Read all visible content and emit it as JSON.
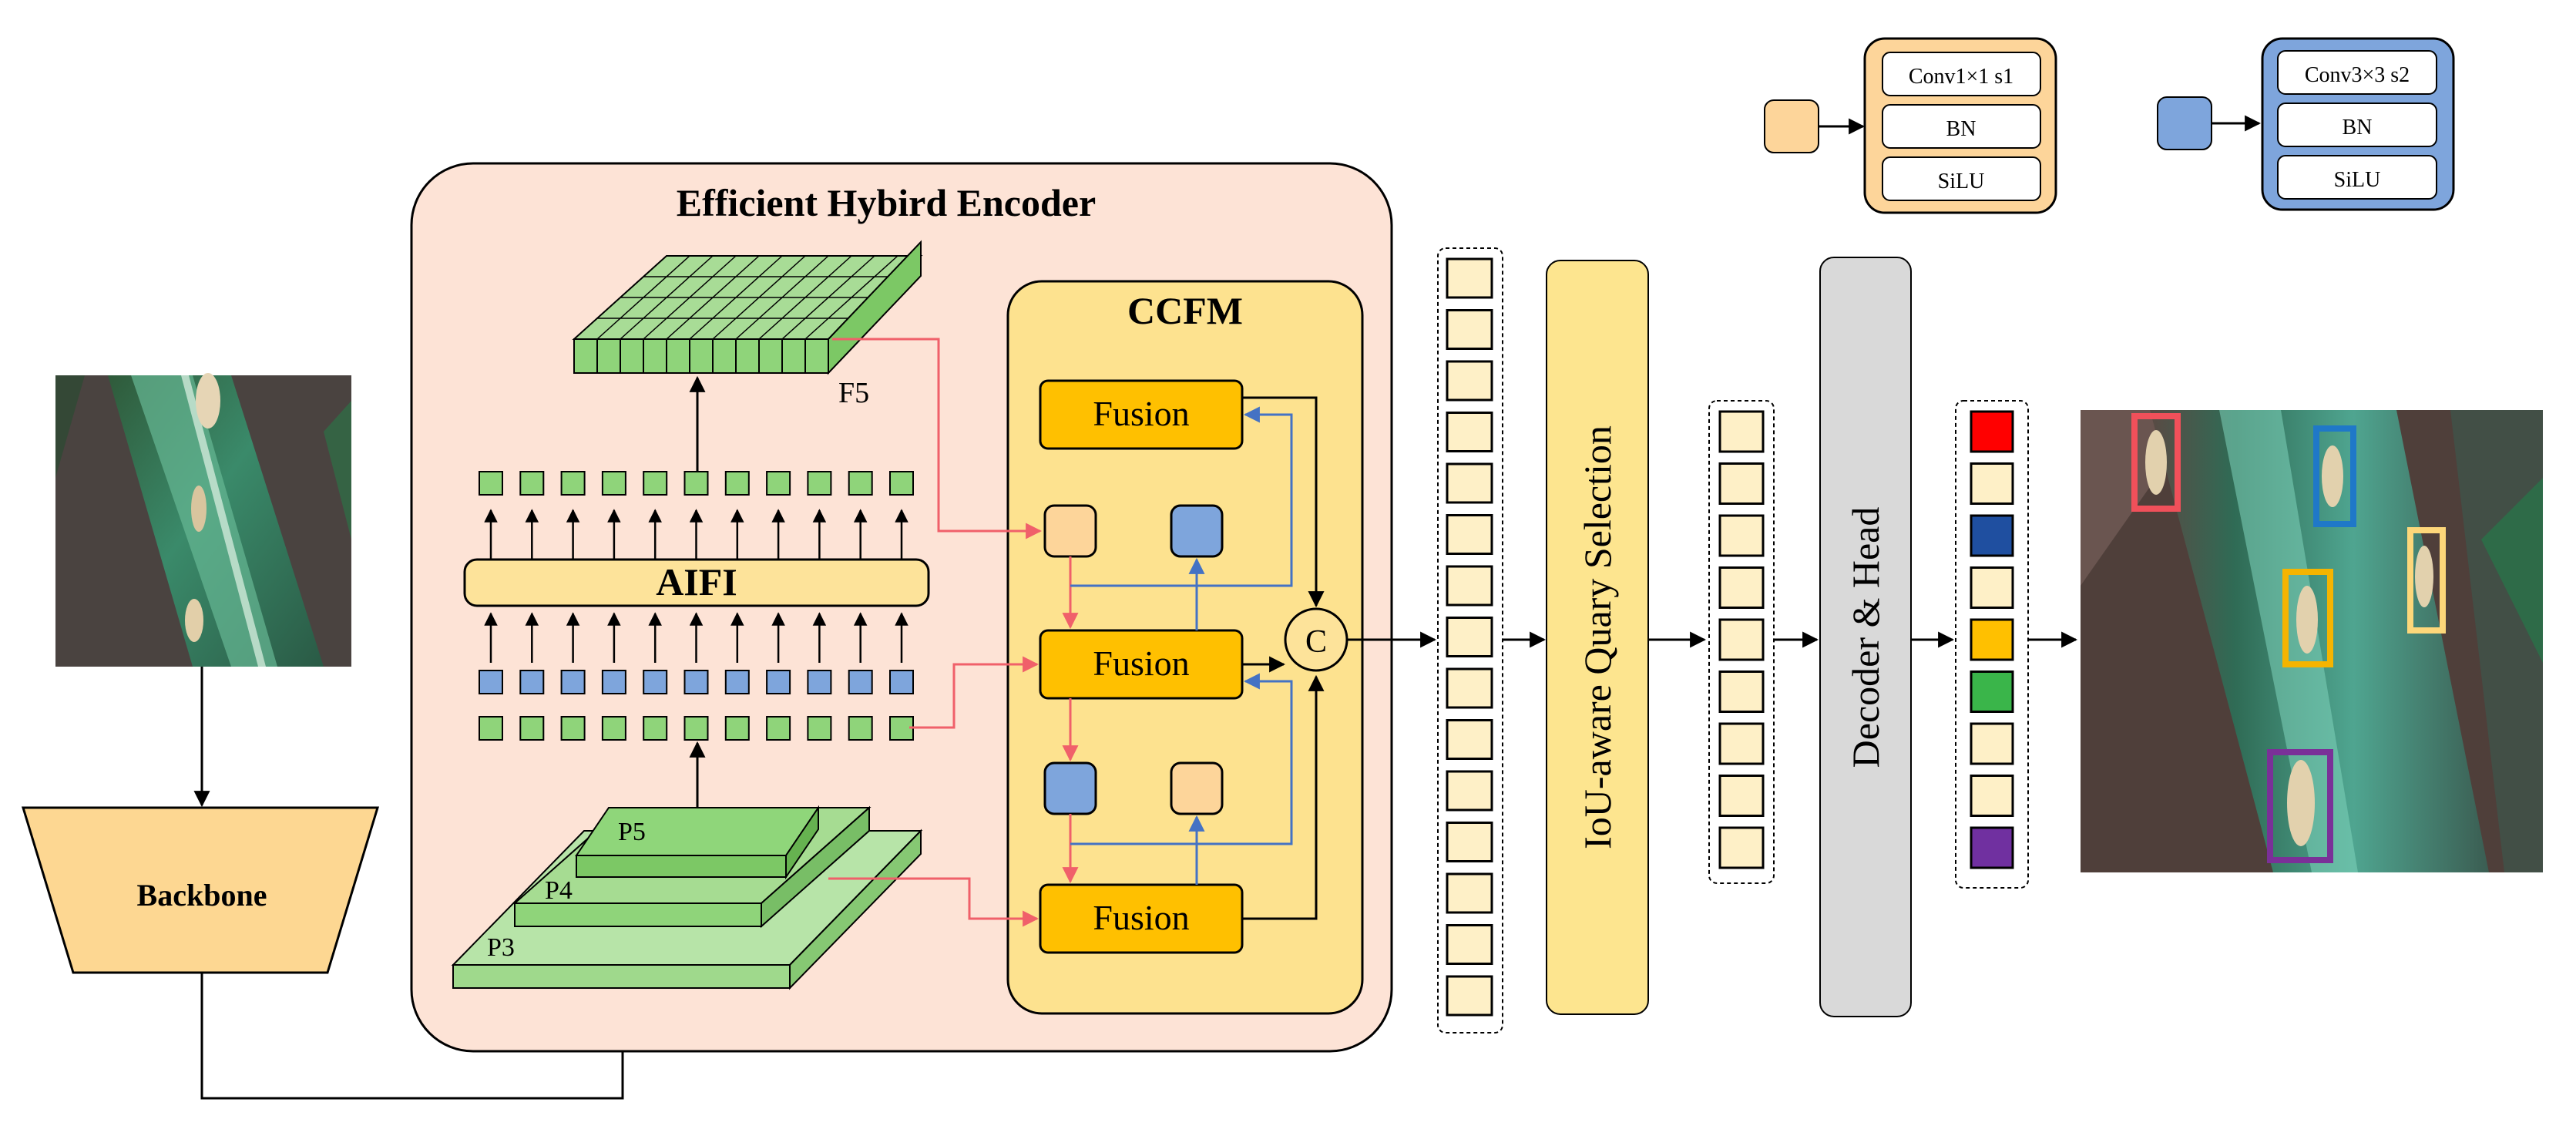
{
  "encoder": {
    "title": "Efficient Hybird Encoder"
  },
  "ccfm": {
    "title": "CCFM",
    "fusion_label": "Fusion",
    "concat_label": "C"
  },
  "aifi": {
    "label": "AIFI"
  },
  "feature_labels": {
    "f5": "F5",
    "p5": "P5",
    "p4": "P4",
    "p3": "P3"
  },
  "backbone": {
    "label": "Backbone"
  },
  "query_selection": {
    "label": "IoU-aware Quary Selection"
  },
  "decoder": {
    "label": "Decoder & Head"
  },
  "legend": {
    "conv1": {
      "rows": [
        "Conv1×1 s1",
        "BN",
        "SiLU"
      ]
    },
    "conv3": {
      "rows": [
        "Conv3×3 s2",
        "BN",
        "SiLU"
      ]
    }
  },
  "colors": {
    "encoder_bg": "#fde3d6",
    "ccfm_bg": "#fde28f",
    "fusion": "#ffc000",
    "light_orange": "#fdd59a",
    "blue_block": "#7ea5dc",
    "green_block": "#8fd47a",
    "cream": "#fef0c7",
    "query_bar": "#fde58f",
    "decoder_bar": "#d9d9d9",
    "red_arrow": "#f0606a",
    "blue_arrow": "#4472c4"
  },
  "output_swatches": [
    "#ff0000",
    "#fef0c7",
    "#1f4fa0",
    "#fef0c7",
    "#ffc000",
    "#3ab54a",
    "#fef0c7",
    "#fef0c7",
    "#7030a0"
  ],
  "detections": [
    {
      "color": "#f0505a"
    },
    {
      "color": "#1f78c8"
    },
    {
      "color": "#fdd77a"
    },
    {
      "color": "#f5b400"
    },
    {
      "color": "#7a3098"
    }
  ]
}
